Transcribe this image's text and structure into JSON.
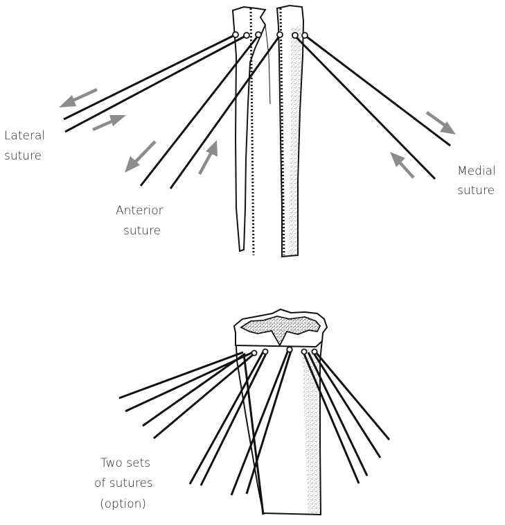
{
  "labels": {
    "lateral_line1": "Lateral",
    "lateral_line2": "suture",
    "anterior_line1": "Anterior",
    "anterior_line2": "suture",
    "medial_line1": "Medial",
    "medial_line2": "suture",
    "twosets_line1": "Two sets",
    "twosets_line2": "of sutures",
    "twosets_line3": "(option)"
  },
  "colors": {
    "line": "#111111",
    "arrow": "#8c8c8c",
    "stipple": "#555555",
    "background": "#ffffff"
  }
}
